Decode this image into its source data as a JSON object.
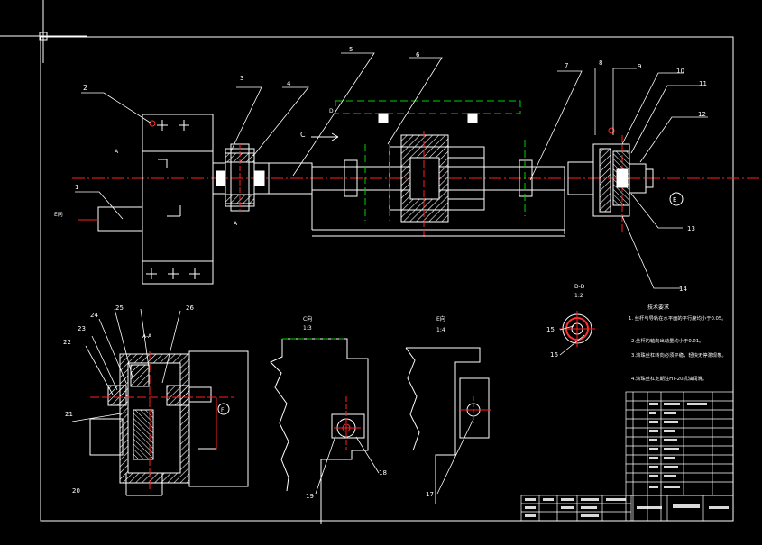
{
  "drawing": {
    "part_labels": [
      "1",
      "2",
      "3",
      "4",
      "5",
      "6",
      "7",
      "8",
      "9",
      "10",
      "11",
      "12",
      "13",
      "14",
      "15",
      "16",
      "17",
      "18",
      "19",
      "20",
      "21",
      "22",
      "23",
      "24",
      "25",
      "26"
    ],
    "section_aa_mark": "A",
    "section_aa_title": "A-A",
    "section_dd_title": "D-D",
    "section_dd_scale": "1:2",
    "view_c_title": "C向",
    "view_c_scale": "1:3",
    "view_e_title": "E向",
    "view_e_scale": "1:4",
    "view_e_left": "E向",
    "view_c_mark": "C",
    "view_e_mark": "E",
    "view_f_mark": "F",
    "view_d_mark": "D"
  },
  "tech_requirements": {
    "title": "技术要求",
    "items": [
      "1. 丝杆与导轨在水平面的平行度均小于0.05。",
      "2.丝杆的轴向出动量均小于0.01。",
      "3.滚珠丝杠转向必须平稳，轻快无停滞现象。",
      "4.滚珠丝杠定期注HT-20机油润滑。"
    ]
  },
  "colors": {
    "background": "#000000",
    "line": "#ffffff",
    "center_line": "#ff2020",
    "hidden": "#00d000",
    "accent": "#ff3030"
  }
}
